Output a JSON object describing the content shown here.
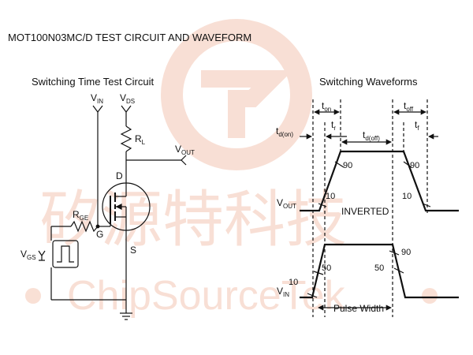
{
  "page_title": "MOT100N03MC/D TEST CIRCUIT AND WAVEFORM",
  "watermark": {
    "chinese": "矽源特科技",
    "english": "ChipSourceTek",
    "color": "#f4c6b3"
  },
  "circuit": {
    "title": "Switching Time Test Circuit",
    "labels": {
      "vin": "V",
      "vin_sub": "IN",
      "vds": "V",
      "vds_sub": "DS",
      "rl": "R",
      "rl_sub": "L",
      "vout": "V",
      "vout_sub": "OUT",
      "rge": "R",
      "rge_sub": "GE",
      "vgs": "V",
      "vgs_sub": "GS",
      "drain": "D",
      "gate": "G",
      "source": "S"
    }
  },
  "waveforms": {
    "title": "Switching Waveforms",
    "labels": {
      "ton": "t",
      "ton_sub": "on",
      "toff": "t",
      "toff_sub": "off",
      "tdon": "t",
      "tdon_sub": "d(on)",
      "tr": "t",
      "tr_sub": "r",
      "tdoff": "t",
      "tdoff_sub": "d(off)",
      "tf": "t",
      "tf_sub": "f",
      "vout": "V",
      "vout_sub": "OUT",
      "vin": "V",
      "vin_sub": "IN",
      "inverted": "INVERTED",
      "pulse_width": "Pulse Width",
      "p90_a": "90",
      "p90_b": "90",
      "p10_a": "10",
      "p10_b": "10",
      "p50_a": "50",
      "p50_b": "50",
      "p90_c": "90",
      "p10_c": "10"
    }
  }
}
